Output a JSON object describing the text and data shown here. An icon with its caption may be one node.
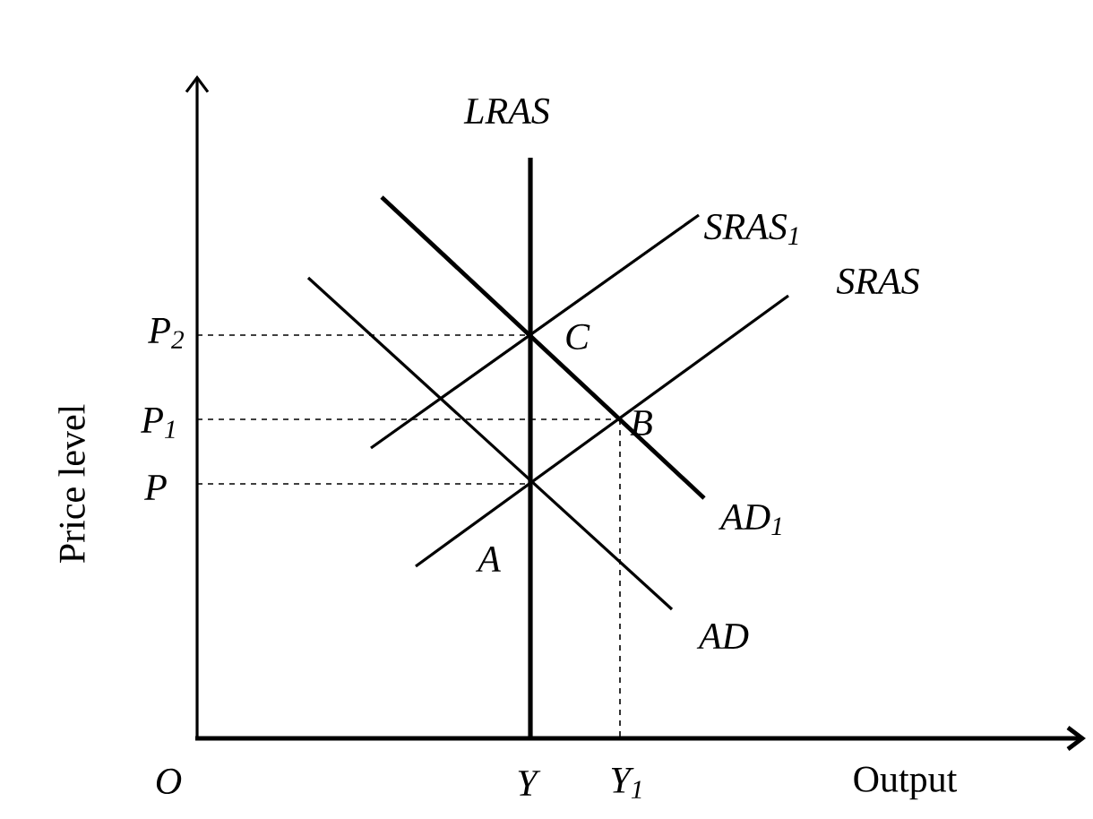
{
  "diagram": {
    "labels": [
      "LRAS",
      "SRAS$_{1}$",
      "SRAS",
      "P$_{2}$",
      "C",
      "P$_{1}$",
      "B",
      "P",
      "AD$_{1}$",
      "A",
      "AD",
      "O",
      "Y",
      "Y$_{1}$",
      "Output",
      "Price level"
    ]
  }
}
